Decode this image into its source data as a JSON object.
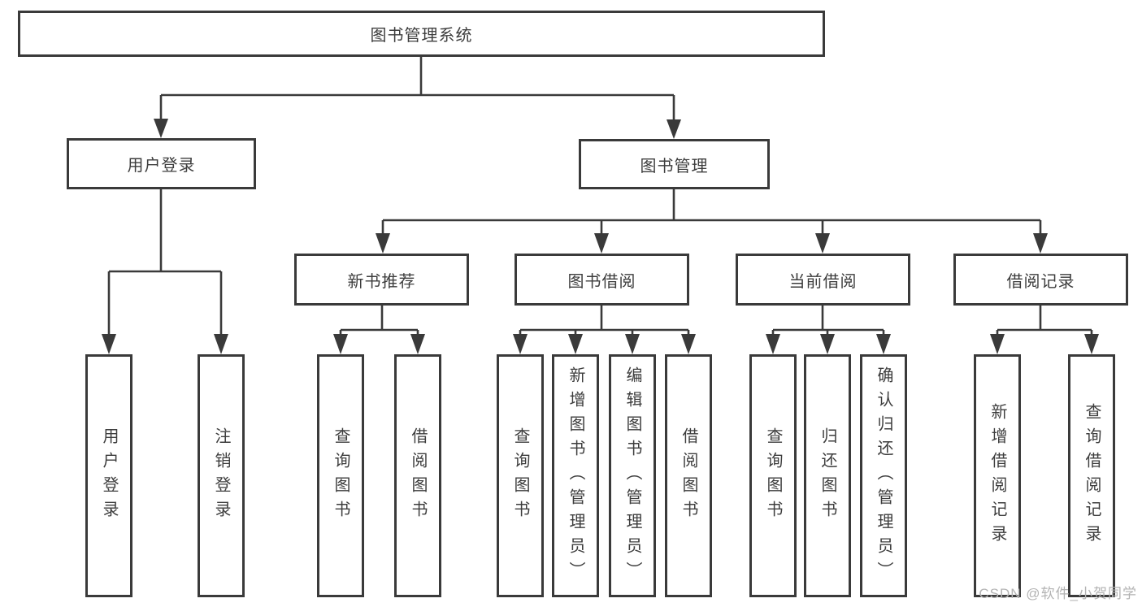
{
  "diagram": {
    "type": "tree",
    "root": {
      "label": "图书管理系统"
    },
    "level2": [
      {
        "label": "用户登录"
      },
      {
        "label": "图书管理"
      }
    ],
    "level3": [
      {
        "label": "新书推荐",
        "parent": "图书管理"
      },
      {
        "label": "图书借阅",
        "parent": "图书管理"
      },
      {
        "label": "当前借阅",
        "parent": "图书管理"
      },
      {
        "label": "借阅记录",
        "parent": "图书管理"
      }
    ],
    "leaves": [
      {
        "label": "用户登录",
        "parent": "用户登录"
      },
      {
        "label": "注销登录",
        "parent": "用户登录"
      },
      {
        "label": "查询图书",
        "parent": "新书推荐"
      },
      {
        "label": "借阅图书",
        "parent": "新书推荐"
      },
      {
        "label": "查询图书",
        "parent": "图书借阅"
      },
      {
        "label": "新增图书（管理员）",
        "parent": "图书借阅"
      },
      {
        "label": "编辑图书（管理员）",
        "parent": "图书借阅"
      },
      {
        "label": "借阅图书",
        "parent": "图书借阅"
      },
      {
        "label": "查询图书",
        "parent": "当前借阅"
      },
      {
        "label": "归还图书",
        "parent": "当前借阅"
      },
      {
        "label": "确认归还（管理员）",
        "parent": "当前借阅"
      },
      {
        "label": "新增借阅记录",
        "parent": "借阅记录"
      },
      {
        "label": "查询借阅记录",
        "parent": "借阅记录"
      }
    ]
  },
  "watermark": "CSDN @软件_小贺同学",
  "colors": {
    "line": "#3a3a3a",
    "text": "#3d3d3d",
    "watermark": "#b3b3b3",
    "background": "#ffffff"
  }
}
